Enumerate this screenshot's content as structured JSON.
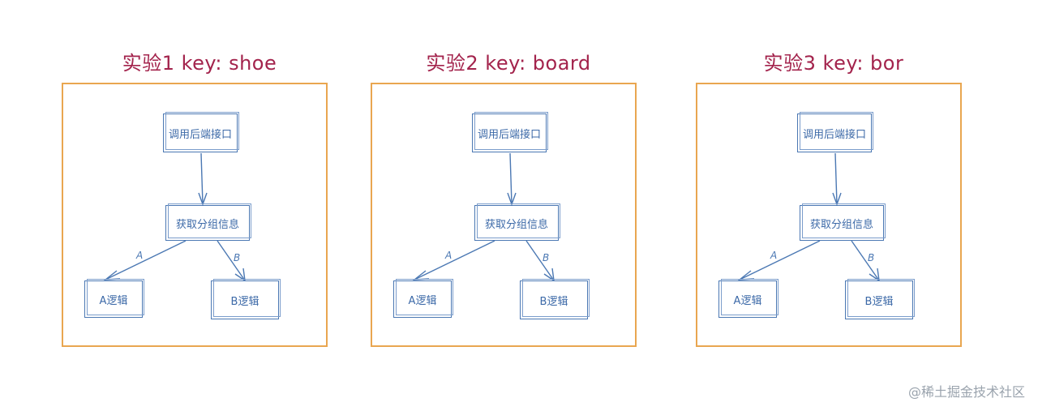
{
  "experiments": [
    {
      "title": "实验1  key: shoe",
      "call_api": "调用后端接口",
      "get_group": "获取分组信息",
      "branch_a_label": "A",
      "branch_b_label": "B",
      "logic_a": "A逻辑",
      "logic_b": "B逻辑"
    },
    {
      "title": "实验2  key: board",
      "call_api": "调用后端接口",
      "get_group": "获取分组信息",
      "branch_a_label": "A",
      "branch_b_label": "B",
      "logic_a": "A逻辑",
      "logic_b": "B逻辑"
    },
    {
      "title": "实验3  key: bor",
      "call_api": "调用后端接口",
      "get_group": "获取分组信息",
      "branch_a_label": "A",
      "branch_b_label": "B",
      "logic_a": "A逻辑",
      "logic_b": "B逻辑"
    }
  ],
  "watermark": "@稀土掘金技术社区",
  "colors": {
    "title": "#a3234c",
    "frame": "#e9a650",
    "node": "#4b78b3",
    "watermark": "#9aa3ad"
  }
}
